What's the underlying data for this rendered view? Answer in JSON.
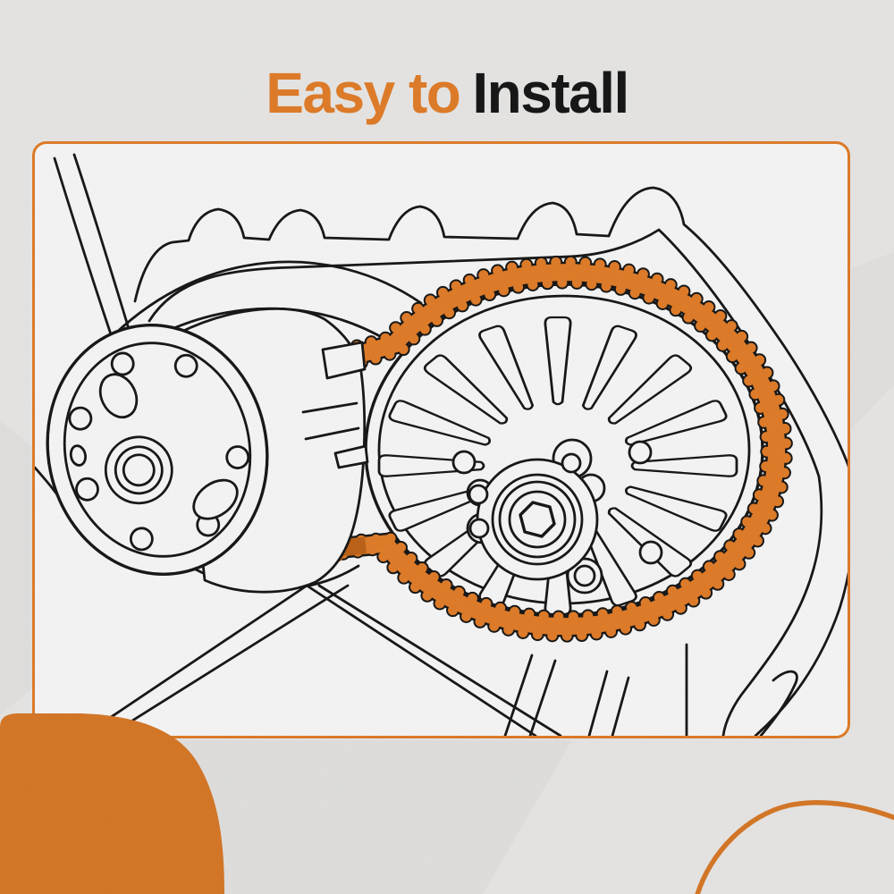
{
  "title": {
    "accent": "Easy to",
    "main": "Install"
  },
  "colors": {
    "accent": "#e8822c",
    "belt-shade": "#c4671b",
    "line": "#1a1a1a",
    "title-dark": "#191919",
    "page-bg": "#f0efed",
    "facet": "#e7e6e4",
    "frame-bg": "#ffffff",
    "blob": "#de7c2a"
  },
  "illustration": {
    "label": "Line drawing of a CVT transmission with primary clutch, secondary clutch pulley and highlighted orange cogged drive belt",
    "parts": {
      "belt": "drive-belt",
      "primary": "primary-clutch",
      "secondary": "secondary-clutch-pulley",
      "case": "engine-case"
    }
  }
}
